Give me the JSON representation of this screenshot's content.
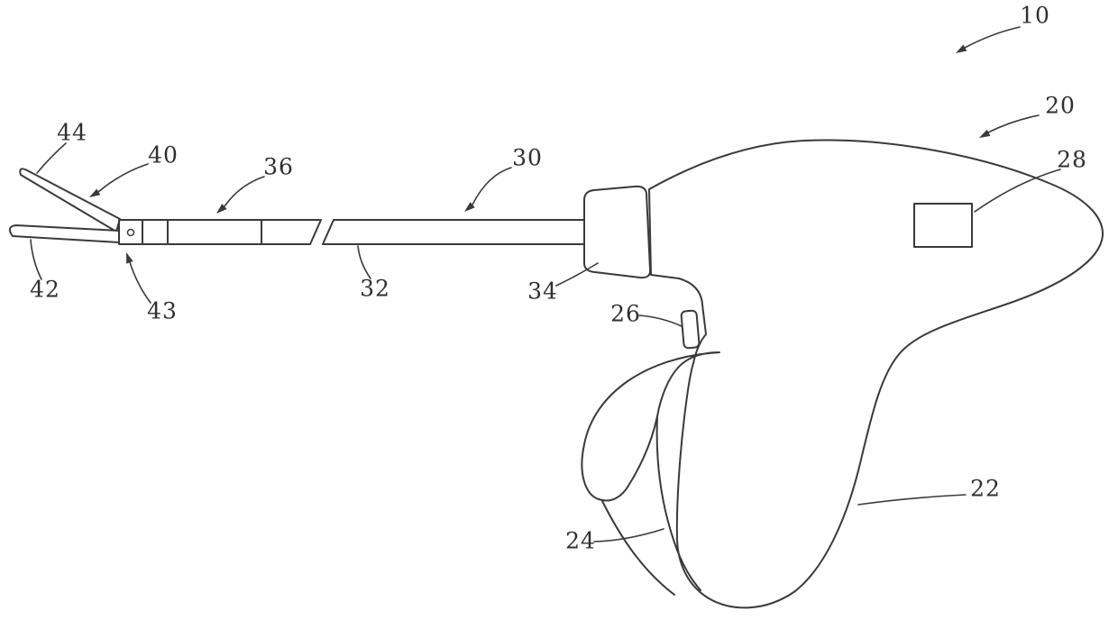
{
  "figure": {
    "kind": "patent-style line drawing of a surgical stapler instrument"
  },
  "labels": {
    "ref10": "10",
    "ref20": "20",
    "ref22": "22",
    "ref24": "24",
    "ref26": "26",
    "ref28": "28",
    "ref30": "30",
    "ref32": "32",
    "ref34": "34",
    "ref36": "36",
    "ref40": "40",
    "ref42": "42",
    "ref43": "43",
    "ref44": "44"
  },
  "colors": {
    "line": "#3a3a3a",
    "background": "#ffffff",
    "label_text": "#2f2f2f"
  }
}
